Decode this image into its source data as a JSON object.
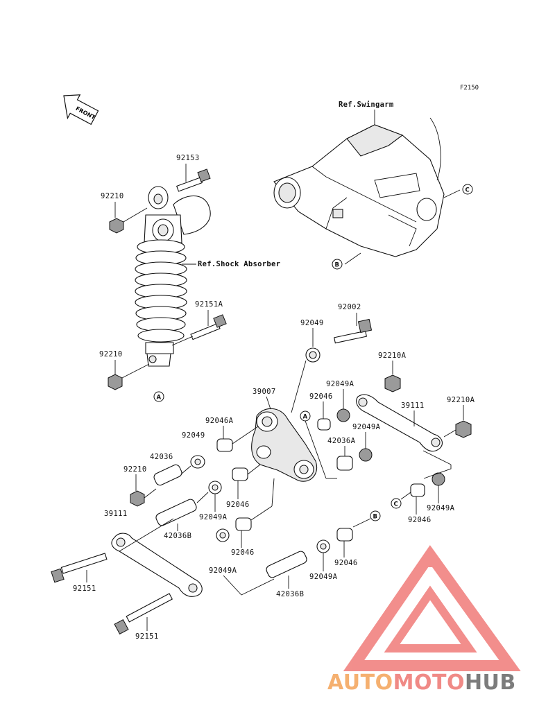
{
  "figure_id": "F2150",
  "front_marker": "FRONT",
  "refs": {
    "swingarm": "Ref.Swingarm",
    "shock": "Ref.Shock Absorber"
  },
  "markers": {
    "a": "A",
    "b": "B",
    "c": "C"
  },
  "parts": {
    "p92153": "92153",
    "p92210_top": "92210",
    "p92151A": "92151A",
    "p92210_mid": "92210",
    "p92002": "92002",
    "p92049_top": "92049",
    "p92210A_1": "92210A",
    "p39007": "39007",
    "p92049A_1": "92049A",
    "p92046_1": "92046",
    "p39111_right": "39111",
    "p92210A_2": "92210A",
    "p92046A": "92046A",
    "p92049_left": "92049",
    "p92049A_2": "92049A",
    "p42036A": "42036A",
    "p42036": "42036",
    "p92210_low": "92210",
    "p92046_2": "92046",
    "p39111_left": "39111",
    "p92049A_3": "92049A",
    "p42036B_1": "42036B",
    "p92049A_4": "92049A",
    "p92046_3": "92046",
    "p92046_4": "92046",
    "p92046_5": "92046",
    "p92049A_5": "92049A",
    "p92049A_6": "92049A",
    "p42036B_2": "42036B",
    "p92151_1": "92151",
    "p92151_2": "92151"
  },
  "watermark": {
    "brand_part1": "AUTO",
    "brand_part2": "MOTO",
    "brand_part3": "HUB",
    "color_auto": "#f5b070",
    "color_moto": "#f08a86",
    "color_hub": "#7c7c7c",
    "logo_color": "#f07b78"
  }
}
